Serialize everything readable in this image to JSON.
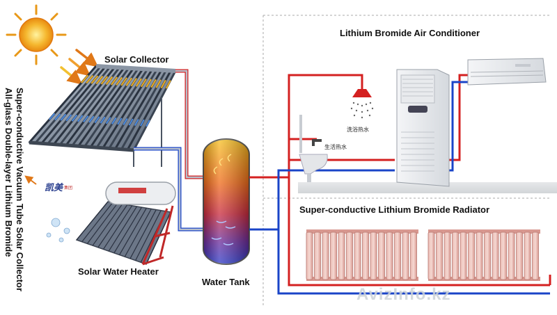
{
  "labels": {
    "solar_collector": "Solar Collector",
    "ac_title": "Lithium Bromide Air Conditioner",
    "radiator_title": "Super-conductive Lithium Bromide Radiator",
    "solar_water_heater": "Solar Water Heater",
    "water_tank": "Water Tank",
    "vertical_line1": "Super-conductive Vacuum Tube Solar Collector",
    "vertical_line2": "All-glass Double-layer Lithium Bromide",
    "shower_cn": "洗浴热水",
    "tap_cn": "生活热水",
    "brand": "凯美",
    "brand_sub": "集团",
    "watermark": "AvizInfo.kz"
  },
  "colors": {
    "hot_pipe": "#d42020",
    "cold_pipe": "#1a44c8",
    "gray_pipe": "#9aa4b4",
    "sun": "#f0a020",
    "ray": "#e07818"
  }
}
